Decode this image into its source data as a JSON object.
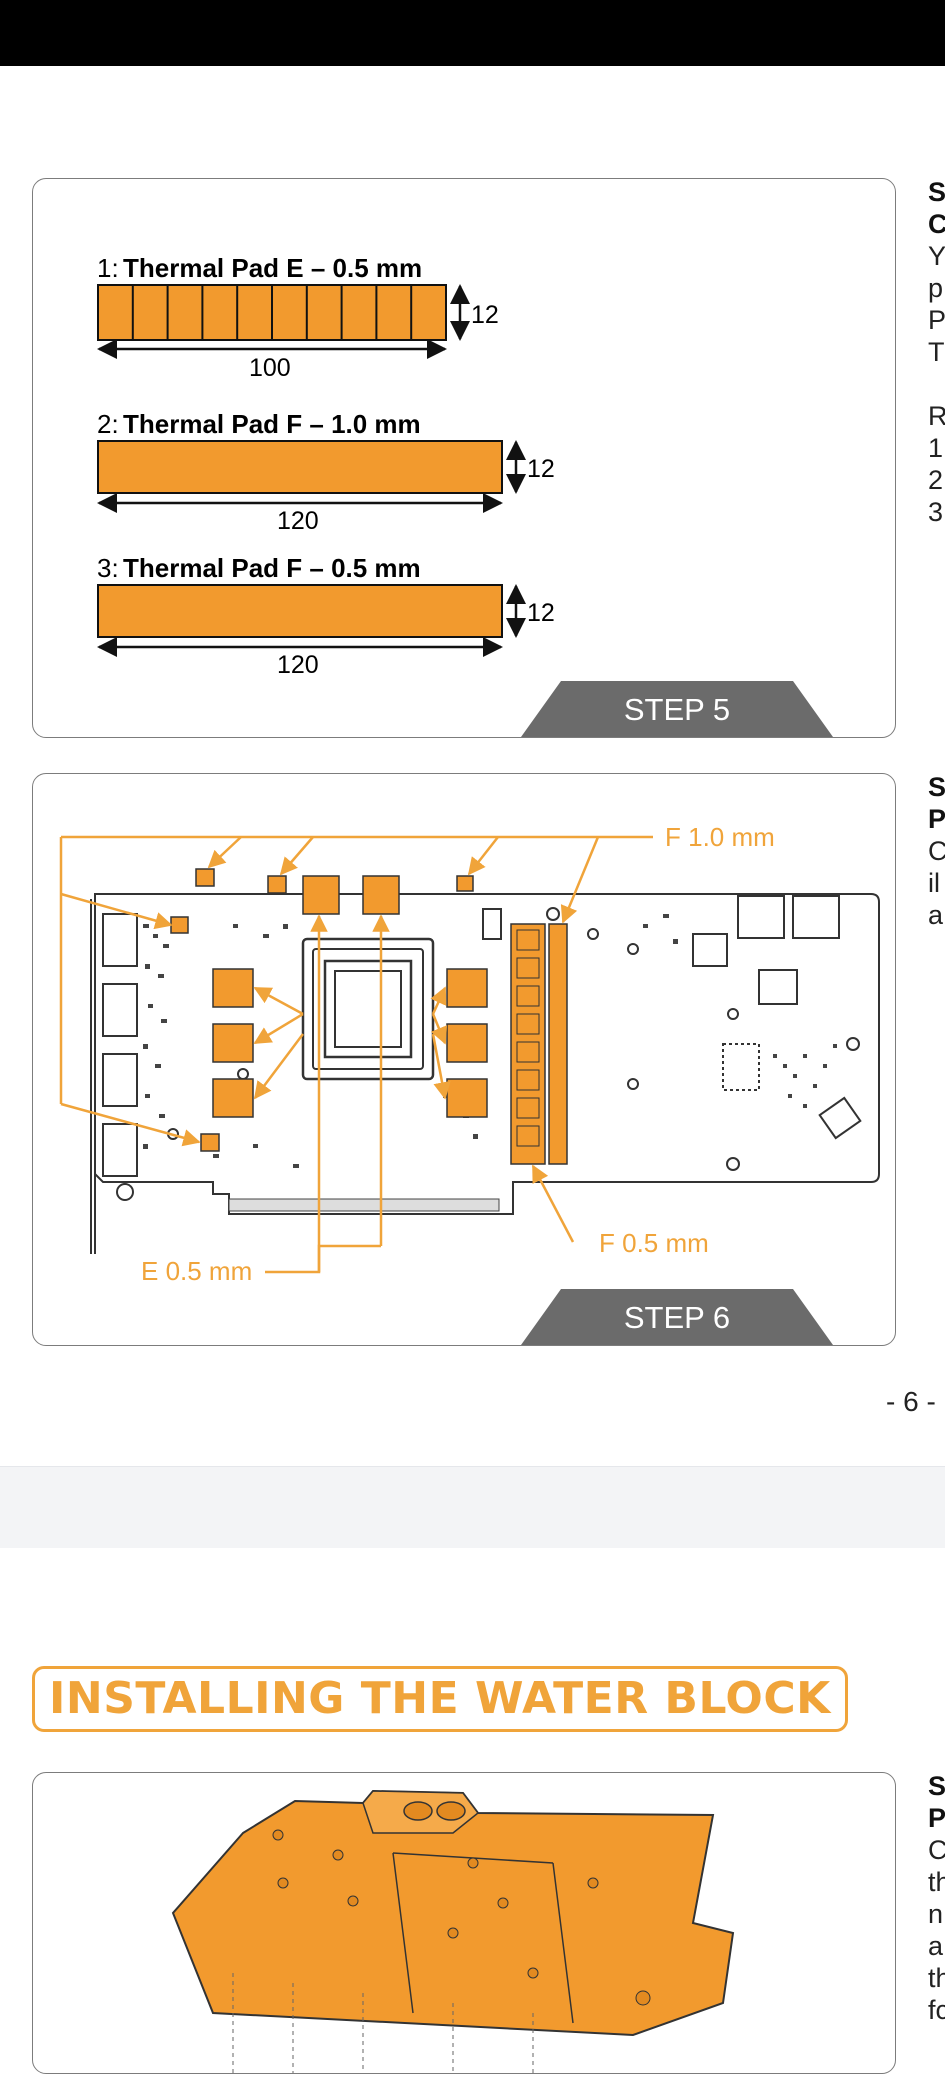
{
  "step5": {
    "pads": [
      {
        "index": "1:",
        "name": "Thermal Pad E – 0.5 mm",
        "length": "100",
        "width": "12"
      },
      {
        "index": "2:",
        "name": "Thermal Pad F – 1.0 mm",
        "length": "120",
        "width": "12"
      },
      {
        "index": "3:",
        "name": "Thermal Pad F – 0.5 mm",
        "length": "120",
        "width": "12"
      }
    ],
    "badge": "STEP 5"
  },
  "step6": {
    "label_top": "F 1.0 mm",
    "label_right": "F 0.5 mm",
    "label_left": "E 0.5 mm",
    "badge": "STEP 6"
  },
  "side_text": {
    "s5_lines": [
      "S",
      "C",
      "Y",
      "p",
      "P",
      "T",
      "",
      "R",
      "1",
      "2",
      "3"
    ],
    "s6_lines": [
      "S",
      "P",
      "C",
      "il",
      "a"
    ],
    "s7_lines": [
      "S",
      "P",
      "C",
      "th",
      "n",
      "a",
      "th",
      "fc"
    ]
  },
  "page_number": "- 6 -",
  "section_title": "INSTALLING THE WATER BLOCK",
  "colors": {
    "accent": "#f0a43a",
    "pad_fill": "#f29a2e",
    "badge": "#6b6b6b"
  }
}
